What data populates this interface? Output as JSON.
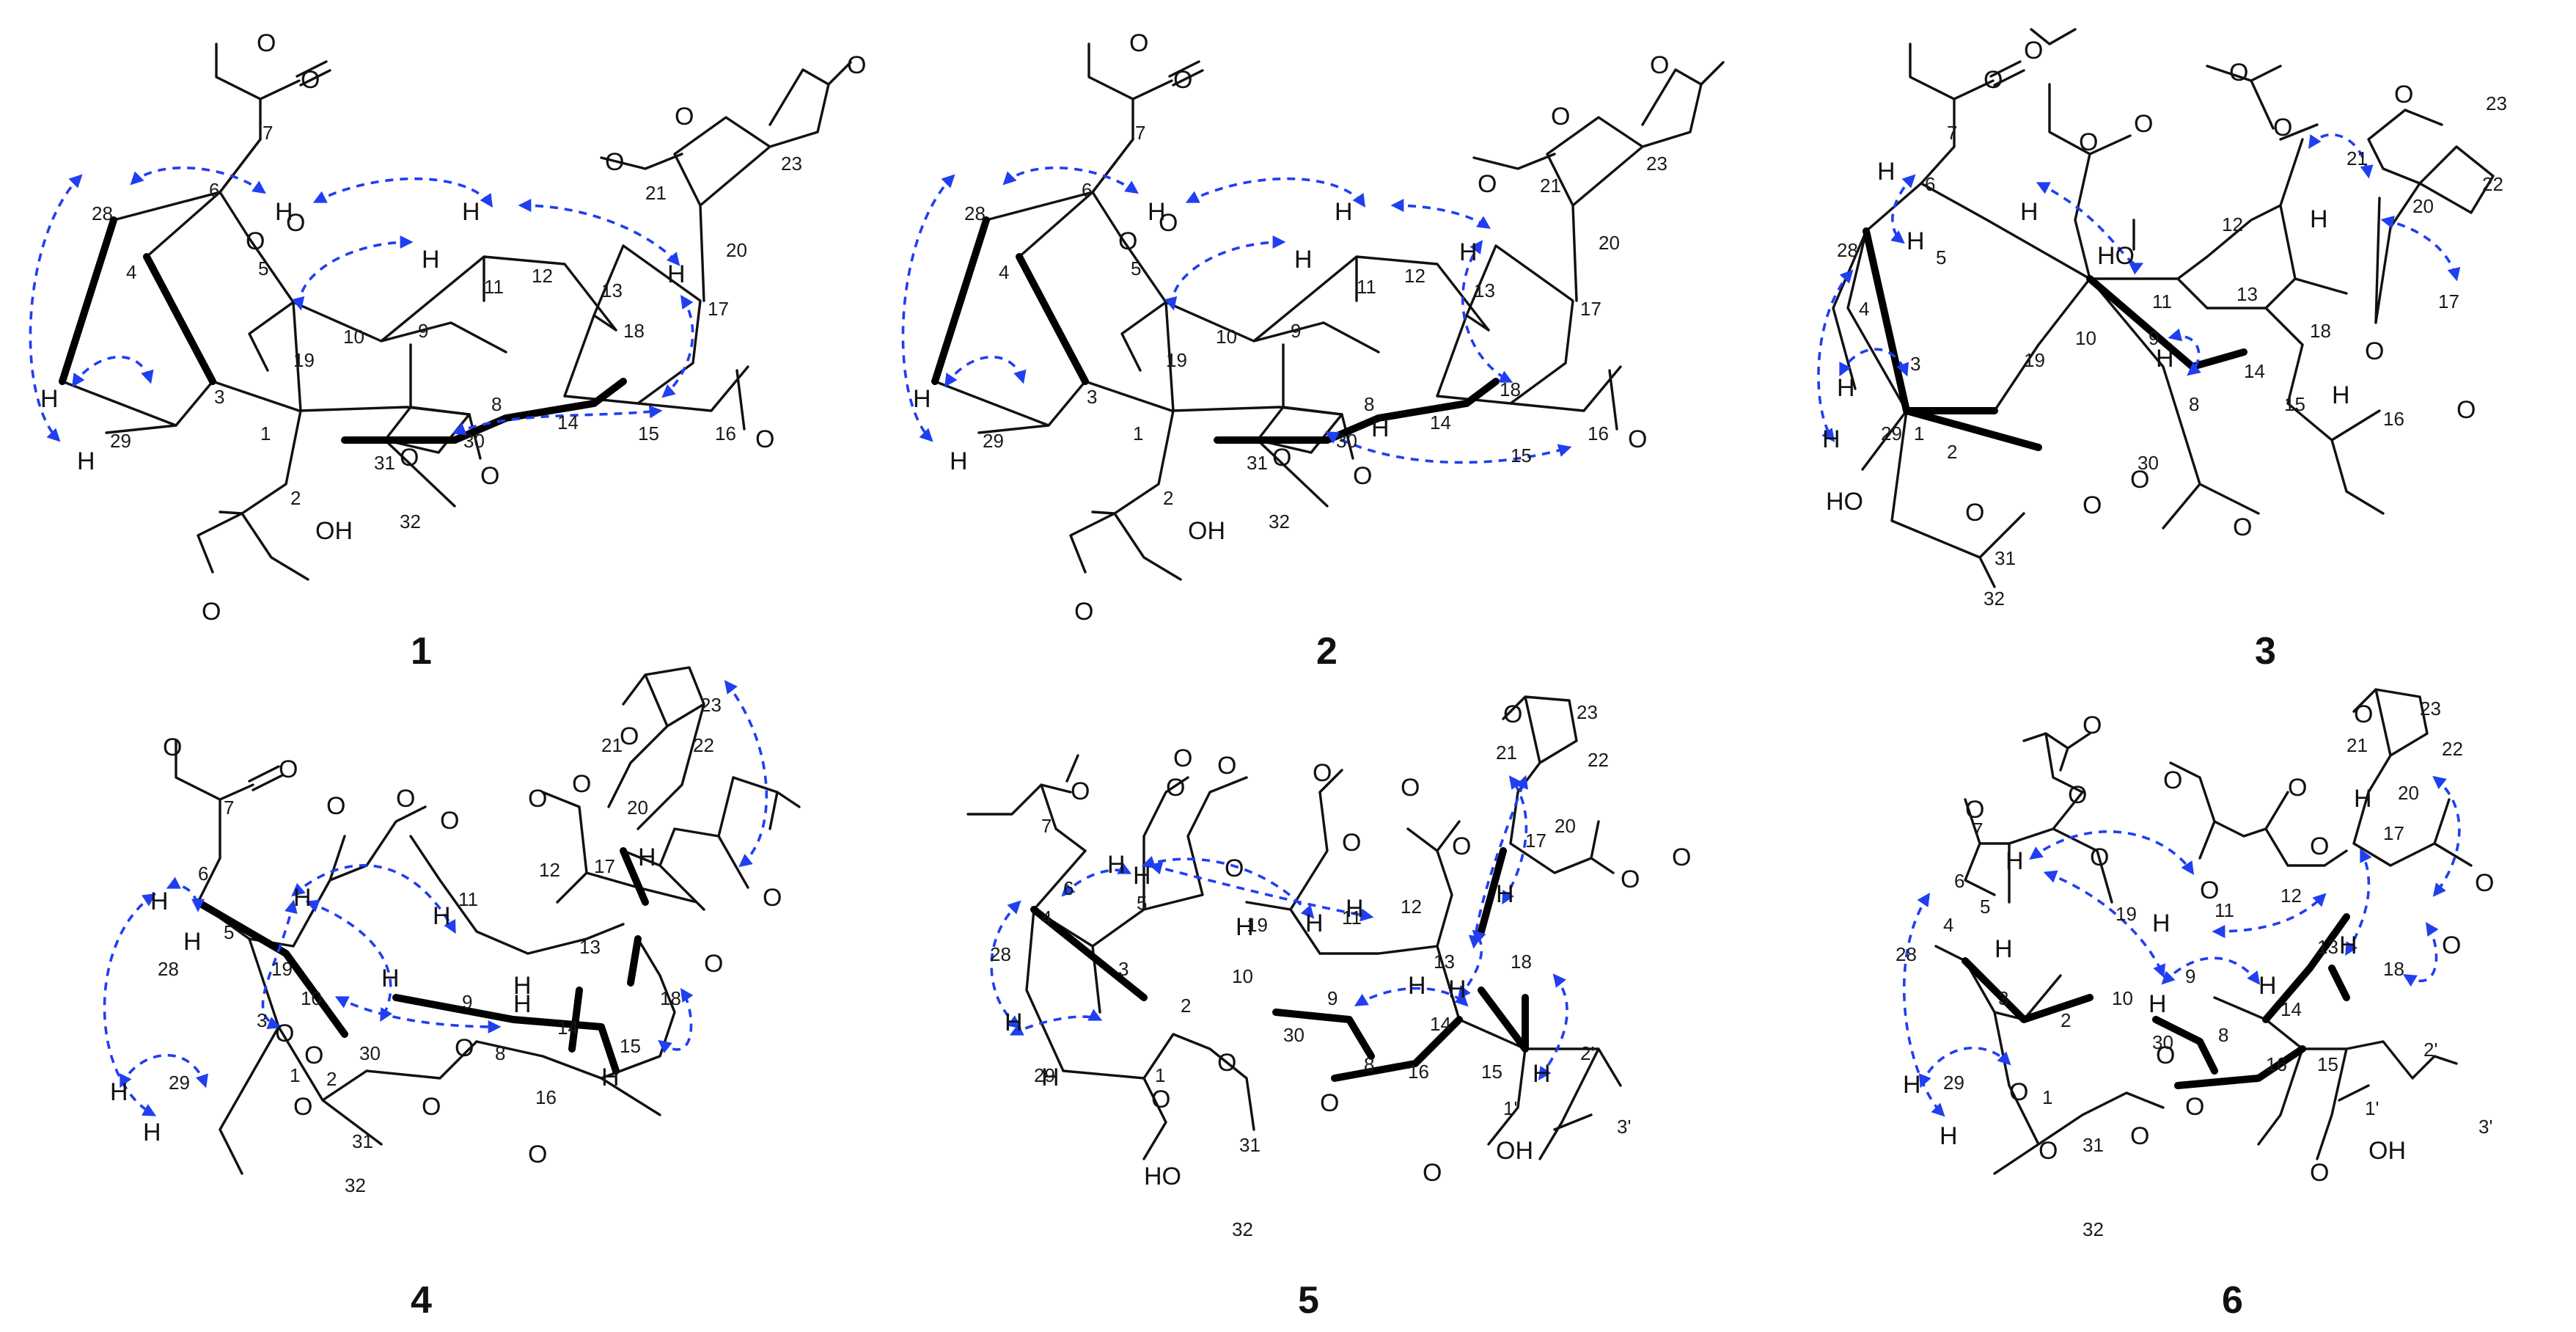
{
  "figure": {
    "colors": {
      "noe_arrow": "#1f3ff0",
      "bond": "#111111",
      "background": "#ffffff"
    }
  },
  "compounds": [
    {
      "id": "1",
      "atom_labels": [
        "O",
        "O",
        "O",
        "O",
        "O",
        "O",
        "O",
        "O",
        "O",
        "O",
        "O",
        "H",
        "H",
        "H",
        "H",
        "H",
        "H",
        "OH"
      ],
      "numbers": [
        "1",
        "2",
        "3",
        "4",
        "5",
        "6",
        "7",
        "8",
        "9",
        "10",
        "11",
        "12",
        "13",
        "14",
        "15",
        "16",
        "17",
        "18",
        "19",
        "20",
        "21",
        "23",
        "28",
        "29",
        "30",
        "31",
        "32"
      ]
    },
    {
      "id": "2",
      "atom_labels": [
        "O",
        "O",
        "O",
        "O",
        "O",
        "O",
        "O",
        "O",
        "O",
        "O",
        "O",
        "H",
        "H",
        "H",
        "H",
        "H",
        "H",
        "H",
        "OH"
      ],
      "numbers": [
        "1",
        "2",
        "3",
        "4",
        "5",
        "6",
        "7",
        "8",
        "9",
        "10",
        "11",
        "12",
        "13",
        "14",
        "15",
        "16",
        "17",
        "18",
        "19",
        "20",
        "21",
        "23",
        "28",
        "29",
        "30",
        "31",
        "32"
      ]
    },
    {
      "id": "3",
      "atom_labels": [
        "O",
        "O",
        "O",
        "O",
        "O",
        "O",
        "O",
        "O",
        "O",
        "O",
        "O",
        "O",
        "O",
        "H",
        "H",
        "H",
        "H",
        "H",
        "H",
        "H",
        "H",
        "HO",
        "HO"
      ],
      "numbers": [
        "1",
        "2",
        "3",
        "4",
        "5",
        "6",
        "7",
        "8",
        "9",
        "10",
        "11",
        "12",
        "13",
        "14",
        "15",
        "16",
        "17",
        "18",
        "19",
        "20",
        "21",
        "22",
        "23",
        "28",
        "29",
        "30",
        "31",
        "32"
      ]
    },
    {
      "id": "4",
      "atom_labels": [
        "O",
        "O",
        "O",
        "O",
        "O",
        "O",
        "O",
        "O",
        "O",
        "O",
        "O",
        "O",
        "O",
        "O",
        "O",
        "O",
        "H",
        "H",
        "H",
        "H",
        "H",
        "H",
        "H",
        "H",
        "H",
        "H",
        "H"
      ],
      "numbers": [
        "1",
        "2",
        "3",
        "5",
        "6",
        "7",
        "8",
        "9",
        "10",
        "11",
        "12",
        "13",
        "14",
        "15",
        "16",
        "17",
        "18",
        "19",
        "20",
        "21",
        "22",
        "23",
        "28",
        "29",
        "30",
        "31",
        "32"
      ]
    },
    {
      "id": "5",
      "atom_labels": [
        "O",
        "O",
        "O",
        "O",
        "O",
        "O",
        "O",
        "O",
        "O",
        "O",
        "O",
        "O",
        "O",
        "O",
        "O",
        "O",
        "H",
        "H",
        "H",
        "H",
        "H",
        "H",
        "H",
        "H",
        "H",
        "H",
        "H",
        "OH",
        "HO"
      ],
      "numbers": [
        "1",
        "2",
        "3",
        "4",
        "5",
        "6",
        "7",
        "8",
        "9",
        "10",
        "11",
        "12",
        "13",
        "14",
        "15",
        "16",
        "17",
        "18",
        "19",
        "20",
        "21",
        "22",
        "23",
        "28",
        "29",
        "30",
        "31",
        "32",
        "1'",
        "2'",
        "3'"
      ]
    },
    {
      "id": "6",
      "atom_labels": [
        "O",
        "O",
        "O",
        "O",
        "O",
        "O",
        "O",
        "O",
        "O",
        "O",
        "O",
        "O",
        "O",
        "O",
        "O",
        "O",
        "O",
        "H",
        "H",
        "H",
        "H",
        "H",
        "H",
        "H",
        "H",
        "H",
        "OH"
      ],
      "numbers": [
        "1",
        "2",
        "3",
        "4",
        "5",
        "6",
        "7",
        "8",
        "9",
        "10",
        "11",
        "12",
        "13",
        "14",
        "15",
        "16",
        "17",
        "18",
        "19",
        "20",
        "21",
        "22",
        "23",
        "28",
        "29",
        "30",
        "31",
        "32",
        "1'",
        "2'",
        "3'"
      ]
    }
  ]
}
